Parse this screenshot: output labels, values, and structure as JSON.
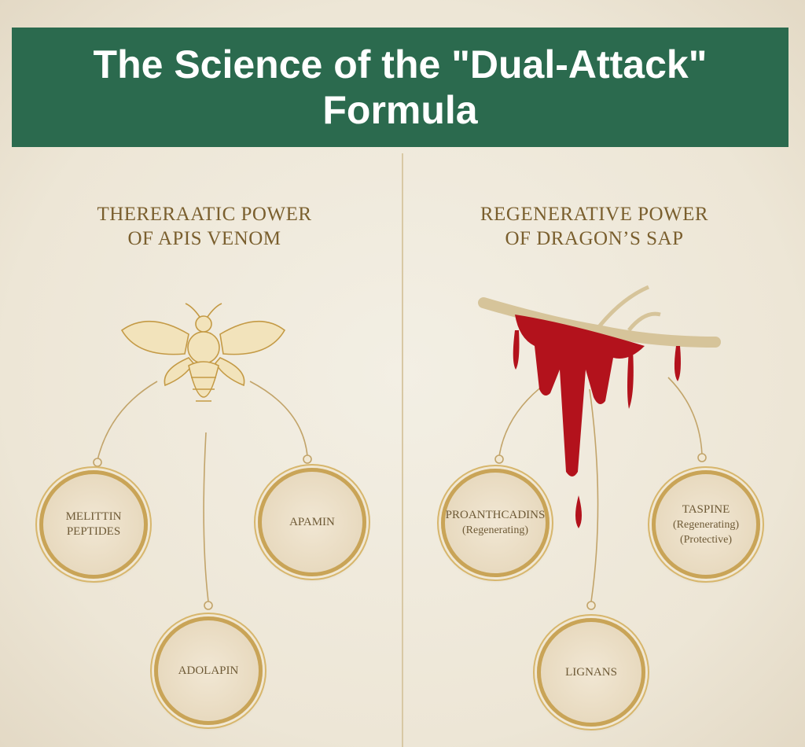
{
  "title": "The Science of the \"Dual-Attack\" Formula",
  "left": {
    "heading_line1": "THERERAATIC POWER",
    "heading_line2": "OF APIS VENOM",
    "illustration": "bee-icon",
    "components": [
      {
        "name": "MELITTIN",
        "name2": "PEPTIDES"
      },
      {
        "name": "APAMIN"
      },
      {
        "name": "ADOLAPIN"
      }
    ]
  },
  "right": {
    "heading_line1": "REGENERATIVE POWER",
    "heading_line2": "OF DRAGON’S SAP",
    "illustration": "bleeding-branch-icon",
    "components": [
      {
        "name": "PROANTHCADINS",
        "sub": "(Regenerating)"
      },
      {
        "name": "TASPINE",
        "sub": "(Regenerating)",
        "sub2": "(Protective)"
      },
      {
        "name": "LIGNANS"
      }
    ]
  },
  "colors": {
    "banner": "#2b6a4e",
    "gold": "#c9a457",
    "sap": "#b3121c"
  }
}
